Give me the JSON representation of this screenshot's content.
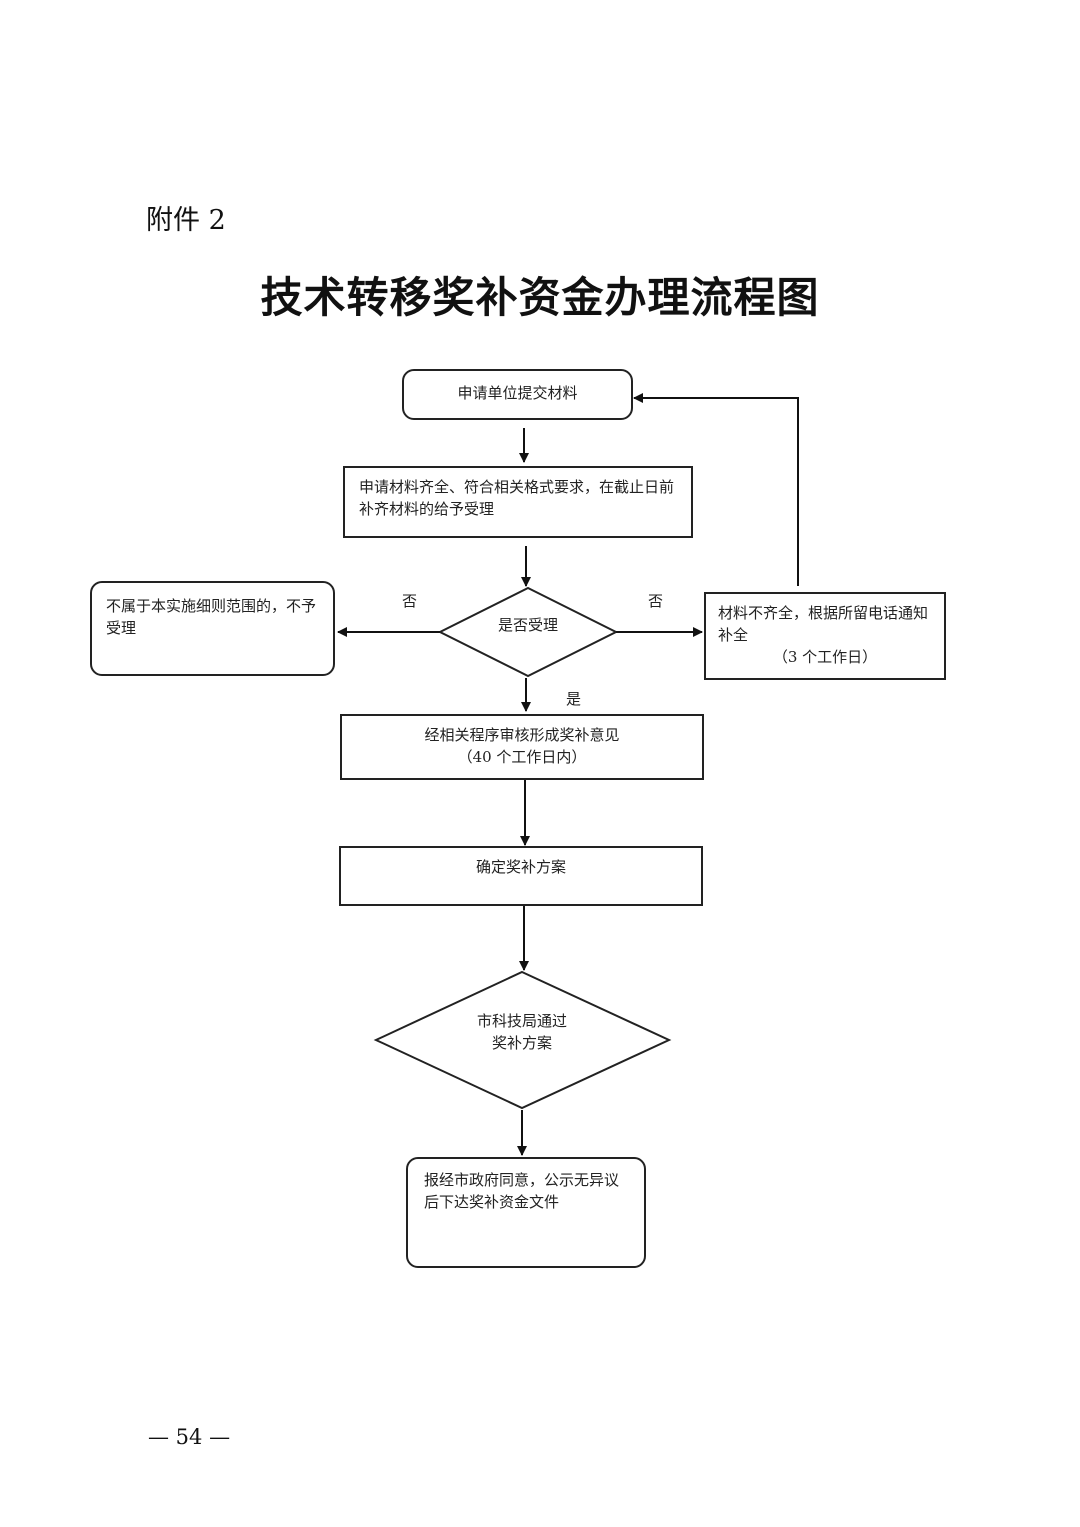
{
  "attachment": "附件 2",
  "title": "技术转移奖补资金办理流程图",
  "nodes": {
    "submit": "申请单位提交材料",
    "complete_check": "申请材料齐全、符合相关格式要求，在截止日前补齐材料的给予受理",
    "decision_accept": "是否受理",
    "reject": "不属于本实施细则范围的，不予受理",
    "incomplete_line1": "材料不齐全，根据所留电话通知补全",
    "incomplete_line2": "（3 个工作日）",
    "review_line1": "经相关程序审核形成奖补意见",
    "review_line2": "（40 个工作日内）",
    "determine_plan": "确定奖补方案",
    "bureau_approve_line1": "市科技局通过",
    "bureau_approve_line2": "奖补方案",
    "publish": "报经市政府同意，公示无异议后下达奖补资金文件"
  },
  "edge_labels": {
    "no_left": "否",
    "no_right": "否",
    "yes": "是"
  },
  "page_number": "— 54 —"
}
